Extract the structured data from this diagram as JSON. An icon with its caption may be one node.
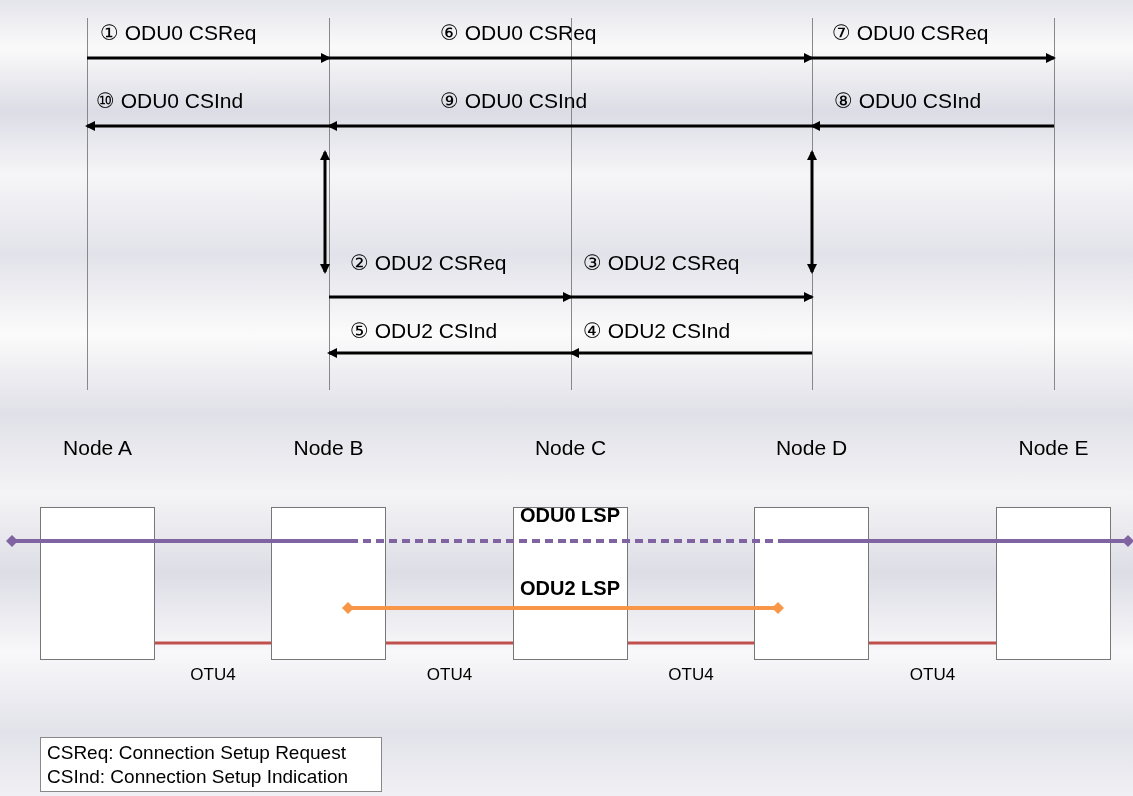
{
  "diagram": {
    "nodes": [
      {
        "text": [],
        "shape": "line"
      },
      {
        "text": [],
        "shape": "line"
      },
      {
        "text": [],
        "shape": "line"
      },
      {
        "text": [],
        "shape": "line"
      },
      {
        "text": [],
        "shape": "line"
      },
      {
        "text": [
          "Node A"
        ]
      },
      {
        "text": [
          "Node B"
        ]
      },
      {
        "text": [
          "Node C"
        ]
      },
      {
        "text": [
          "Node D"
        ]
      },
      {
        "text": [
          "Node E"
        ]
      },
      {
        "text": [
          "CSReq: Connection Setup Request",
          "CSInd: Connection Setup Indication"
        ]
      }
    ],
    "edges": [
      {
        "from": 0,
        "to": 1,
        "arrow": "to",
        "label": "① ODU0 CSReq"
      },
      {
        "from": 1,
        "to": 3,
        "arrow": "to",
        "label": "⑥ ODU0 CSReq"
      },
      {
        "from": 3,
        "to": 4,
        "arrow": "to",
        "label": "⑦ ODU0 CSReq"
      },
      {
        "from": 1,
        "to": 0,
        "arrow": "to",
        "label": "⑩ ODU0 CSInd"
      },
      {
        "from": 3,
        "to": 1,
        "arrow": "to",
        "label": "⑨ ODU0 CSInd"
      },
      {
        "from": 4,
        "to": 3,
        "arrow": "to",
        "label": "⑧ ODU0 CSInd"
      },
      {
        "from": 1,
        "to": 2,
        "arrow": "to",
        "label": "② ODU2 CSReq"
      },
      {
        "from": 2,
        "to": 3,
        "arrow": "to",
        "label": "③ ODU2 CSReq"
      },
      {
        "from": 2,
        "to": 1,
        "arrow": "to",
        "label": "⑤ ODU2 CSInd"
      },
      {
        "from": 3,
        "to": 2,
        "arrow": "to",
        "label": "④ ODU2 CSInd"
      },
      {
        "from": 5,
        "to": 6,
        "arrow": "none",
        "label": "OTU4",
        "color": "#c0504d"
      },
      {
        "from": 6,
        "to": 7,
        "arrow": "none",
        "label": "OTU4",
        "color": "#c0504d"
      },
      {
        "from": 7,
        "to": 8,
        "arrow": "none",
        "label": "OTU4",
        "color": "#c0504d"
      },
      {
        "from": 8,
        "to": 9,
        "arrow": "none",
        "label": "OTU4",
        "color": "#c0504d"
      },
      {
        "from": 5,
        "to": 6,
        "arrow": "other",
        "color": "#8064a2"
      },
      {
        "from": 6,
        "to": 7,
        "arrow": "none",
        "label": "ODU0 LSP",
        "style": "dashed",
        "color": "#8064a2"
      },
      {
        "from": 7,
        "to": 8,
        "arrow": "none",
        "style": "dashed",
        "color": "#8064a2"
      },
      {
        "from": 8,
        "to": 9,
        "arrow": "other",
        "color": "#8064a2"
      },
      {
        "from": 6,
        "to": 7,
        "arrow": "other",
        "label": "ODU2 LSP",
        "color": "#f79646"
      },
      {
        "from": 7,
        "to": 8,
        "arrow": "other",
        "color": "#f79646"
      }
    ]
  }
}
